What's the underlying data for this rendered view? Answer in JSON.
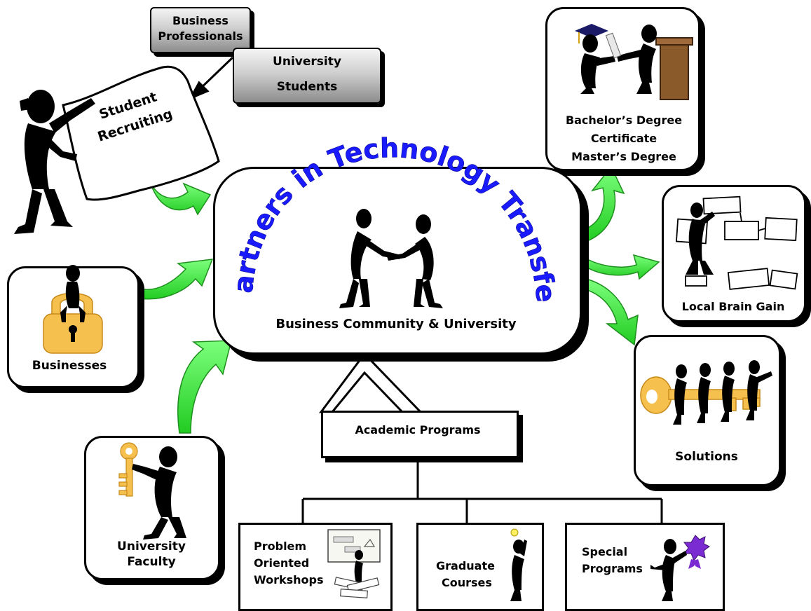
{
  "center": {
    "arc_title": "Partners in  Technology Transfer",
    "subtitle": "Business Community & University"
  },
  "recruiting": {
    "sign_line1": "Student",
    "sign_line2": "Recruiting",
    "chip_top_line1": "Business",
    "chip_top_line2": "Professionals",
    "chip_bottom_line1": "University",
    "chip_bottom_line2": "Students"
  },
  "inputs": {
    "businesses": "Businesses",
    "faculty_line1": "University",
    "faculty_line2": "Faculty"
  },
  "outputs": {
    "degrees_line1": "Bachelor’s Degree",
    "degrees_line2": "Certificate",
    "degrees_line3": "Master’s Degree",
    "brain_gain": "Local Brain Gain",
    "solutions": "Solutions"
  },
  "academic": {
    "title": "Academic Programs",
    "workshops_line1": "Problem",
    "workshops_line2": "Oriented",
    "workshops_line3": "Workshops",
    "graduate_line1": "Graduate",
    "graduate_line2": "Courses",
    "special_line1": "Special",
    "special_line2": "Programs"
  },
  "colors": {
    "arc_title": "#1a1aff",
    "arrow_green": "#33ff33",
    "arrow_outline": "#1d8f1d",
    "gold": "#f5c04e",
    "ink": "#000000"
  }
}
